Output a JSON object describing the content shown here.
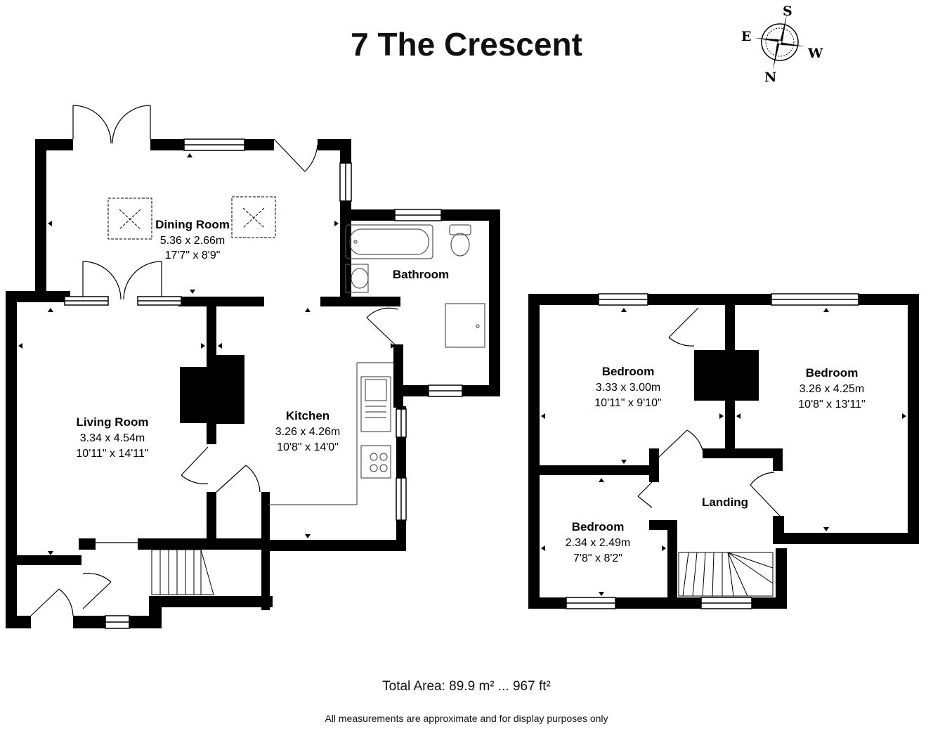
{
  "title": "7 The Crescent",
  "compass": {
    "north": "N",
    "south": "S",
    "east": "E",
    "west": "W"
  },
  "rooms": {
    "dining": {
      "name": "Dining Room",
      "metric": "5.36 x 2.66m",
      "imperial": "17'7\" x 8'9\""
    },
    "bathroom": {
      "name": "Bathroom"
    },
    "living": {
      "name": "Living Room",
      "metric": "3.34 x 4.54m",
      "imperial": "10'11\" x 14'11\""
    },
    "kitchen": {
      "name": "Kitchen",
      "metric": "3.26 x 4.26m",
      "imperial": "10'8\" x 14'0\""
    },
    "bedroom1": {
      "name": "Bedroom",
      "metric": "3.33 x 3.00m",
      "imperial": "10'11\" x 9'10\""
    },
    "bedroom2": {
      "name": "Bedroom",
      "metric": "3.26 x 4.25m",
      "imperial": "10'8\" x 13'11\""
    },
    "bedroom3": {
      "name": "Bedroom",
      "metric": "2.34 x 2.49m",
      "imperial": "7'8\" x 8'2\""
    },
    "landing": {
      "name": "Landing"
    }
  },
  "footer": {
    "total_area": "Total Area: 89.9 m² ... 967 ft²",
    "disclaimer": "All measurements are approximate and for display purposes only"
  },
  "colors": {
    "wall": "#000000",
    "background": "#ffffff",
    "fixture": "#555555"
  }
}
